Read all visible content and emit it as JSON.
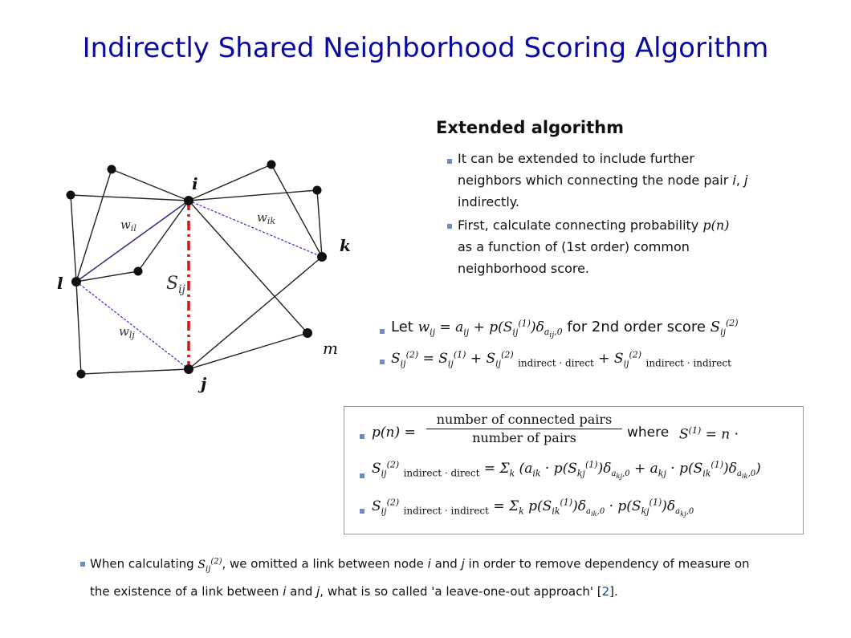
{
  "slide": {
    "title": "Indirectly Shared Neighborhood Scoring Algorithm",
    "heading": "Extended algorithm"
  },
  "diagram": {
    "node_labels": {
      "i": "i",
      "j": "j",
      "k": "k",
      "l": "l",
      "m": "m"
    },
    "edge_labels": {
      "w_il": "w",
      "w_il_sub": "il",
      "w_ik": "w",
      "w_ik_sub": "ik",
      "w_lj": "w",
      "w_lj_sub": "lj",
      "s_ij": "S",
      "s_ij_sub": "ij"
    }
  },
  "bullets_right": {
    "b1_part1": "It can be extended to include further",
    "b1_part2": "neighbors which connecting the node pair ",
    "b1_i": "i",
    "b1_comma": ", ",
    "b1_j": "j",
    "b1_part3": "indirectly.",
    "b2_part1": "First, calculate connecting probability ",
    "b2_math": "p(n)",
    "b2_part2": "as a function of (1st order) common",
    "b2_part3": "neighborhood score."
  },
  "middle_formulas": {
    "let_label": "Let",
    "for_label": "for 2nd order score",
    "indirect_direct": "indirect · direct",
    "indirect_indirect": "indirect · indirect"
  },
  "box_formulas": {
    "numerator": "number of connected pairs",
    "denominator": "number of pairs",
    "where_label": "where",
    "indirect_direct": "indirect · direct",
    "indirect_indirect": "indirect · indirect"
  },
  "footer": {
    "part1": "When calculating ",
    "part2": ", we omitted a link between node ",
    "i1": "i",
    "and1": " and ",
    "j1": "j",
    "part3": " in order to remove dependency of measure on",
    "line2a": "the existence of a link between ",
    "i2": "i",
    "and2": " and ",
    "j2": "j",
    "line2b": ", what is so called 'a leave-one-out approach' [",
    "ref": "2",
    "line2c": "]."
  },
  "colors": {
    "title": "#0a0aa0",
    "bullet": "#6c8ebf",
    "dashed_blue": "#2a2ad8",
    "dashdot_red": "#e01010",
    "ref_link": "#1a3fb0"
  }
}
